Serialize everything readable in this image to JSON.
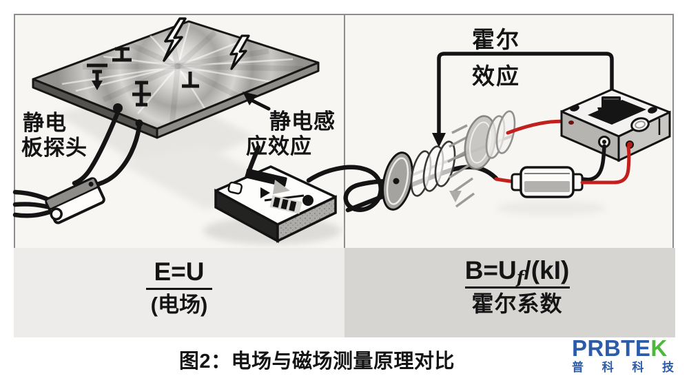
{
  "left_panel": {
    "probe_label_line1": "静电",
    "probe_label_line2": "板探头",
    "induction_label_line1": "静电感",
    "induction_label_line2": "应效应",
    "formula_numerator": "E=U",
    "formula_denominator": "(电场)"
  },
  "right_panel": {
    "hall_label_line1": "霍尔",
    "hall_label_line2": "效应",
    "formula_numerator_prefix": "B=U",
    "formula_numerator_subscript": "f",
    "formula_numerator_suffix": "/(kI)",
    "formula_denominator": "霍尔系数"
  },
  "caption": "图2：电场与磁场测量原理对比",
  "logo": {
    "brand_prefix": "PRBTE",
    "brand_accent_letter": "K",
    "subtitle": "普科科技"
  },
  "colors": {
    "wire_red": "#c2201c",
    "logo_blue": "#2c5ca8",
    "logo_green": "#4eb83e",
    "band_left": "#edecea",
    "band_right": "#d7d5d2",
    "panel_bg": "#f7f6f3",
    "frame_gray": "#8d8d8d",
    "ink": "#141414"
  }
}
